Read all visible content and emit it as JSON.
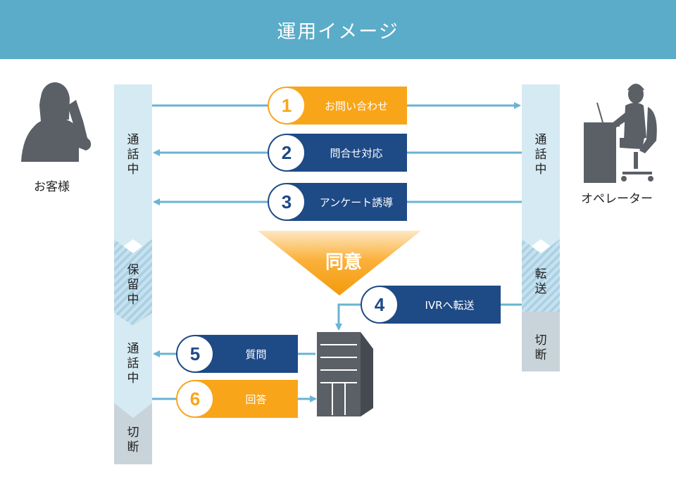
{
  "header": {
    "title": "運用イメージ"
  },
  "actors": {
    "customer": "お客様",
    "operator": "オペレーター"
  },
  "colors": {
    "header": "#5aacc8",
    "orange": "#f9a51a",
    "navy": "#1e4a86",
    "lane": "#d5eaf2",
    "gray": "#c8d3da",
    "arrow": "#6ab3d3"
  },
  "customer_lane": {
    "talking1": [
      "通",
      "話",
      "中"
    ],
    "hold": [
      "保",
      "留",
      "中"
    ],
    "talking2": [
      "通",
      "話",
      "中"
    ],
    "disconnect": [
      "切",
      "断"
    ]
  },
  "operator_lane": {
    "talking": [
      "通",
      "話",
      "中"
    ],
    "transfer": [
      "転",
      "送"
    ],
    "disconnect": [
      "切",
      "断"
    ]
  },
  "agree_label": "同意",
  "steps": [
    {
      "num": "1",
      "label": "お問い合わせ",
      "color": "orange"
    },
    {
      "num": "2",
      "label": "問合せ対応",
      "color": "navy"
    },
    {
      "num": "3",
      "label": "アンケート誘導",
      "color": "navy"
    },
    {
      "num": "4",
      "label": "IVRへ転送",
      "color": "navy"
    },
    {
      "num": "5",
      "label": "質問",
      "color": "navy"
    },
    {
      "num": "6",
      "label": "回答",
      "color": "orange"
    }
  ]
}
